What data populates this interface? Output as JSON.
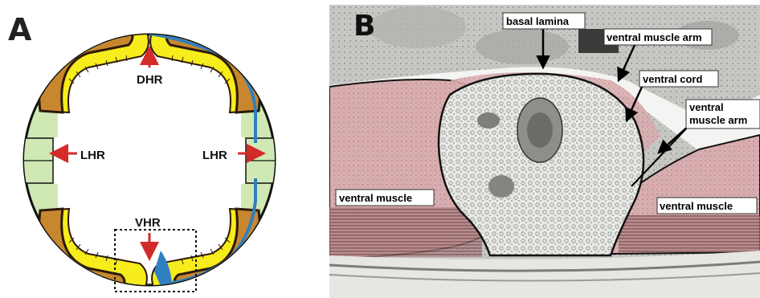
{
  "figure": {
    "panel_a": {
      "letter": "A",
      "labels": {
        "dhr": "DHR",
        "lhr_left": "LHR",
        "lhr_right": "LHR",
        "vhr": "VHR"
      }
    },
    "panel_b": {
      "letter": "B",
      "labels": {
        "basal_lamina": "basal lamina",
        "ventral_muscle_arm": "ventral muscle arm",
        "ventral_cord": "ventral cord",
        "ventral_muscle_arm_2_line1": "ventral",
        "ventral_muscle_arm_2_line2": "muscle arm",
        "ventral_muscle_left": "ventral muscle",
        "ventral_muscle_right": "ventral muscle"
      }
    }
  },
  "colors": {
    "muscle_fill": "#c8872e",
    "inner_yellow": "#f7ec1c",
    "hypodermis_green": "#cfe8b4",
    "nerve_blue": "#2f7fc1",
    "arrow_red": "#d42a2a",
    "em_pink": "#dcb2b3",
    "em_gray": "#c4c4c2"
  }
}
